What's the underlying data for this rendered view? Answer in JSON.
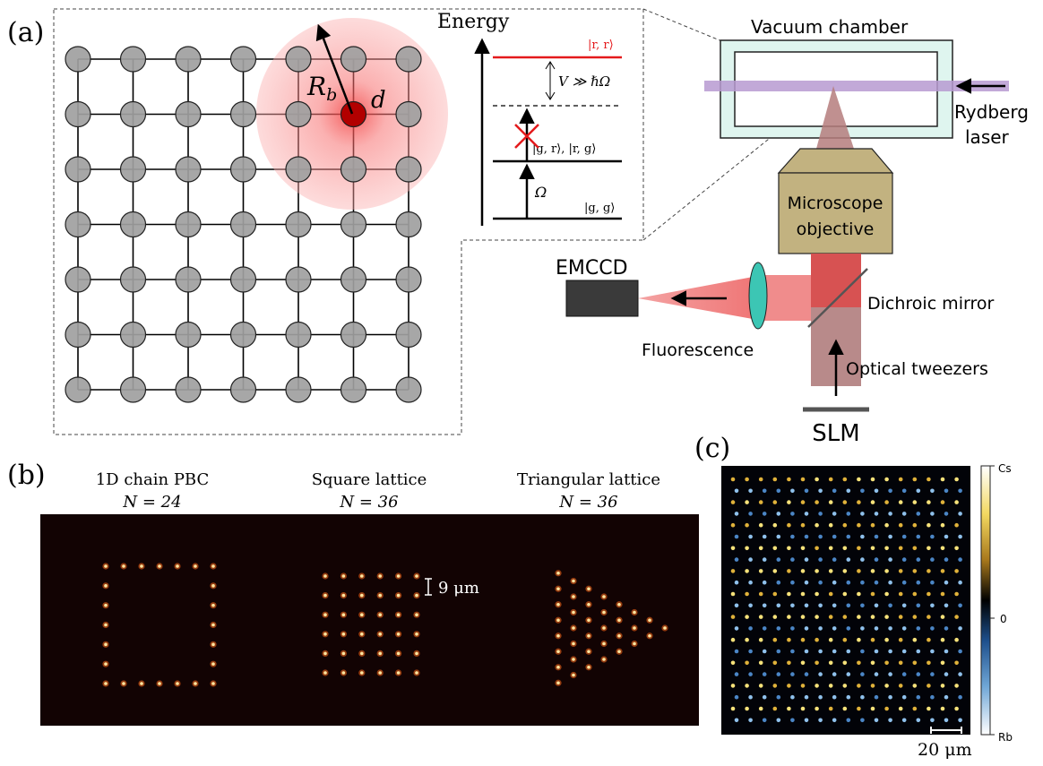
{
  "panel_a": {
    "label": "(a)",
    "lattice": {
      "rows": 7,
      "cols": 7,
      "highlight_row": 1,
      "highlight_col": 5
    },
    "blockade_radius_label": "R",
    "blockade_radius_sub": "b",
    "spacing_label": "d",
    "energy": {
      "axis_label": "Energy",
      "level_rr": "|r, r⟩",
      "interaction": "V ≫ ℏΩ",
      "level_gr": "|g, r⟩,  |r, g⟩",
      "rabi": "Ω",
      "level_gg": "|g, g⟩"
    },
    "setup": {
      "vacuum_chamber": "Vacuum chamber",
      "rydberg_laser_line1": "Rydberg",
      "rydberg_laser_line2": "laser",
      "objective_line1": "Microscope",
      "objective_line2": "objective",
      "camera": "EMCCD",
      "fluorescence": "Fluorescence",
      "dichroic": "Dichroic mirror",
      "tweezers": "Optical tweezers",
      "slm": "SLM"
    }
  },
  "panel_b": {
    "label": "(b)",
    "titles": [
      {
        "name": "1D chain PBC",
        "count": "N = 24"
      },
      {
        "name": "Square lattice",
        "count": "N = 36"
      },
      {
        "name": "Triangular lattice",
        "count": "N = 36"
      }
    ],
    "scale": "9 μm"
  },
  "panel_c": {
    "label": "(c)",
    "colorbar_top": "Cs",
    "colorbar_mid": "0",
    "colorbar_bottom": "Rb",
    "scale": "20 μm"
  },
  "colors": {
    "atom": "#a0a0a0",
    "excited_atom": "#b20000",
    "rydberg_level": "#e41a1c",
    "chamber_fill": "#dff5ef",
    "rydberg_beam": "#b79ad1",
    "objective": "#c2b280",
    "fluorescence": "#f08c8c",
    "lens": "#3cc6b4",
    "camera": "#3a3a3a"
  }
}
